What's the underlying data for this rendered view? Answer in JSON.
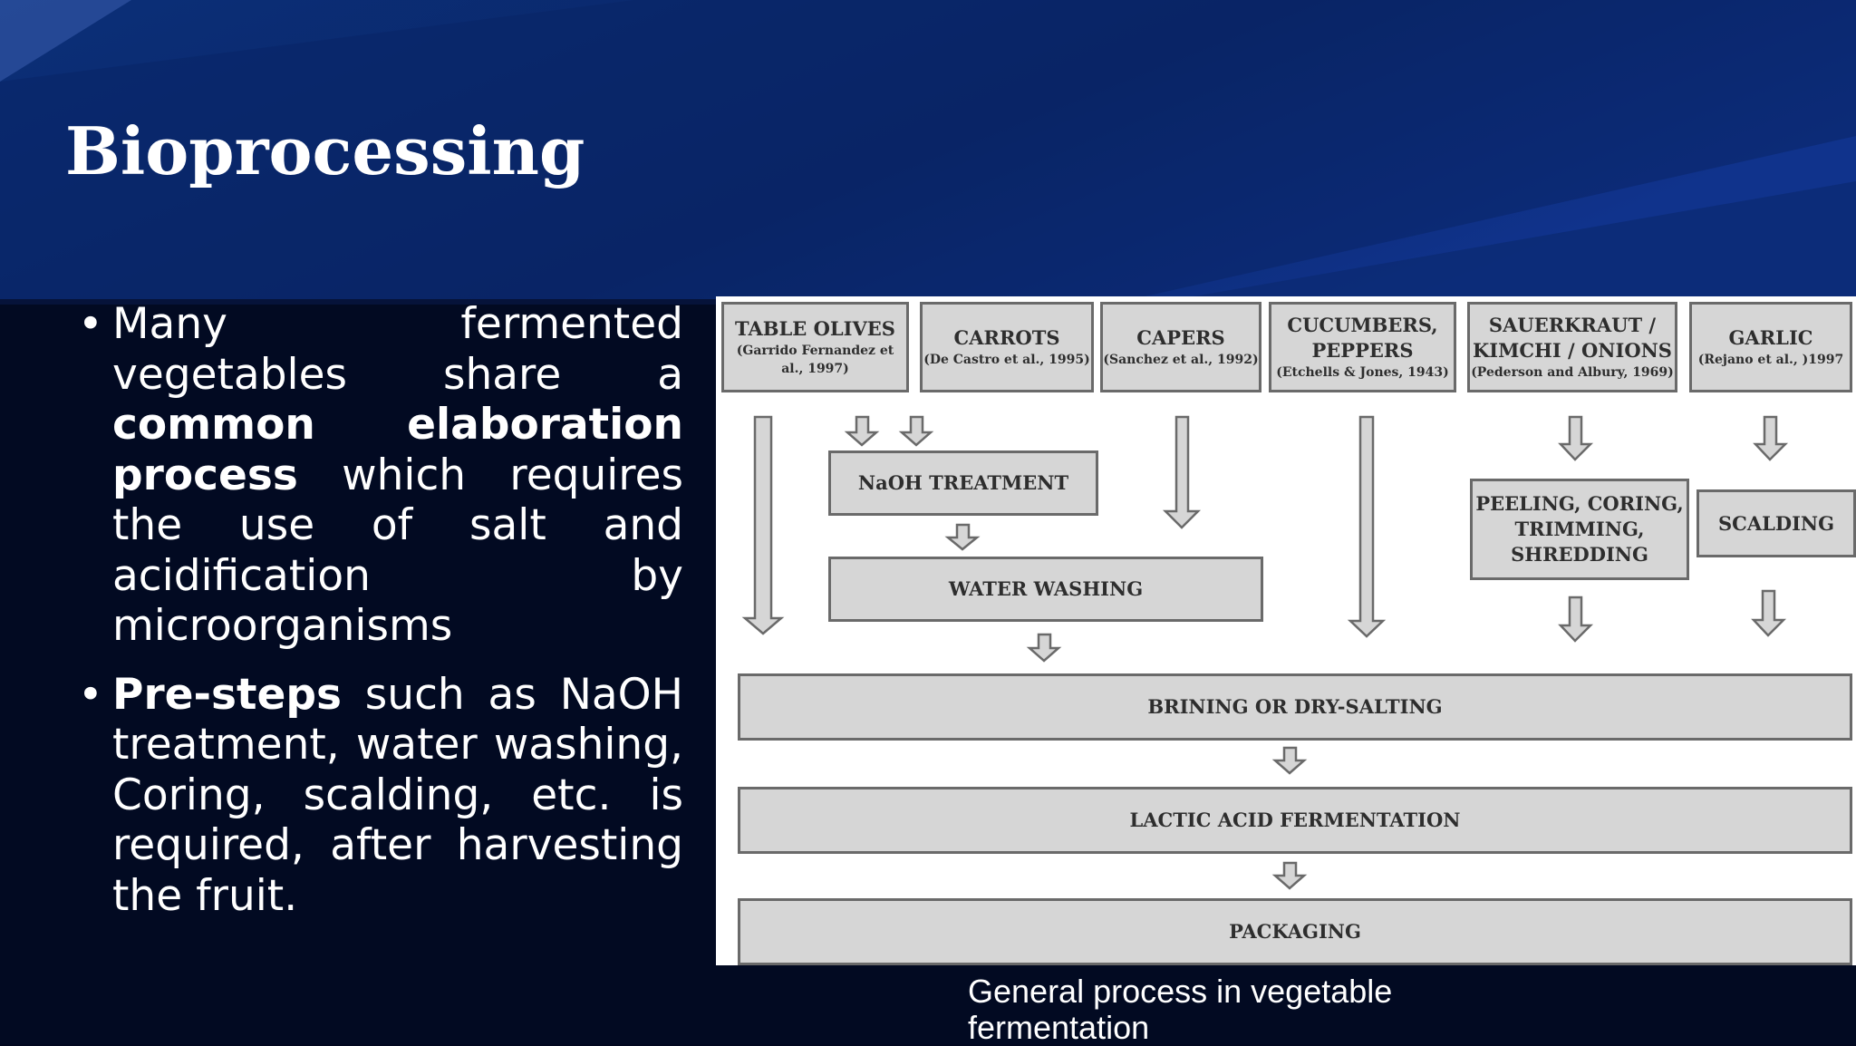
{
  "slide": {
    "title": "Bioprocessing",
    "bullet1": {
      "p1": "Many fermented vegetables share a ",
      "b1": "common elaboration process",
      "p2": " which requires the use of salt and acidification by microorganisms"
    },
    "bullet2": {
      "b1": "Pre-steps",
      "p1": " such as NaOH treatment, water washing, Coring, scalding, etc. is required, after harvesting the fruit."
    },
    "caption": "General process in vegetable fermentation"
  },
  "diagram": {
    "sources": [
      {
        "name": "TABLE OLIVES",
        "ref": "(Garrido Fernandez et al., 1997)"
      },
      {
        "name": "CARROTS",
        "ref": "(De Castro et al., 1995)"
      },
      {
        "name": "CAPERS",
        "ref": "(Sanchez et al., 1992)"
      },
      {
        "name": "CUCUMBERS, PEPPERS",
        "ref": "(Etchells & Jones, 1943)"
      },
      {
        "name": "SAUERKRAUT / KIMCHI / ONIONS",
        "ref": "(Pederson and Albury, 1969)"
      },
      {
        "name": "GARLIC",
        "ref": "(Rejano et al., )1997"
      }
    ],
    "steps": {
      "naoh": "NaOH TREATMENT",
      "washing": "WATER WASHING",
      "peeling": "PEELING, CORING, TRIMMING, SHREDDING",
      "scalding": "SCALDING",
      "brining": "BRINING OR DRY-SALTING",
      "fermentation": "LACTIC ACID FERMENTATION",
      "packaging": "PACKAGING"
    }
  }
}
